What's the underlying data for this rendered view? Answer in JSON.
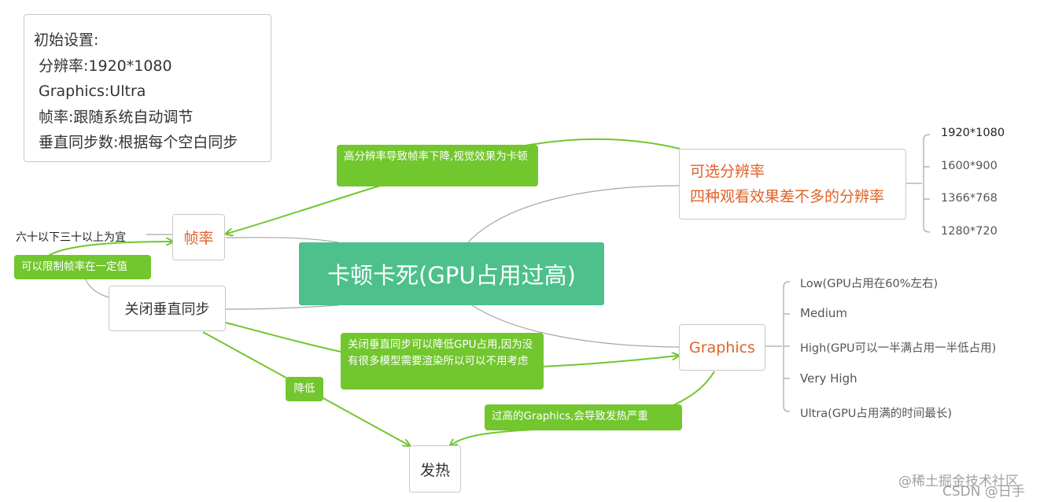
{
  "initial_settings": {
    "heading": "初始设置:",
    "resolution": "分辨率:1920*1080",
    "graphics": "Graphics:Ultra",
    "framerate": "帧率:跟随系统自动调节",
    "vsync": "垂直同步数:根据每个空白同步"
  },
  "center_topic": "卡顿卡死(GPU占用过高)",
  "nodes": {
    "framerate": "帧率",
    "resolution_line1": "可选分辨率",
    "resolution_line2": "四种观看效果差不多的分辨率",
    "vsync_off": "关闭垂直同步",
    "graphics": "Graphics",
    "heat": "发热"
  },
  "framerate_note": "六十以下三十以上为宜",
  "resolution_options": [
    "1920*1080",
    "1600*900",
    "1366*768",
    "1280*720"
  ],
  "graphics_options": [
    "Low(GPU占用在60%左右)",
    "Medium",
    "High(GPU可以一半满占用一半低占用)",
    "Very High",
    "Ultra(GPU占用满的时间最长)"
  ],
  "labels": {
    "high_res": "高分辨率导致帧率下降,视觉效果为卡顿",
    "limit_fps": "可以限制帧率在一定值",
    "vsync_gpu": "关闭垂直同步可以降低GPU占用,因为没有很多模型需要渲染所以可以不用考虑",
    "reduce": "降低",
    "graphics_heat": "过高的Graphics,会导致发热严重"
  },
  "watermark": {
    "line1": "@稀土掘金技术社区",
    "line2": "CSDN @日手"
  },
  "colors": {
    "center": "#4dc08c",
    "tag": "#72c62e",
    "node_text": "#e0622a",
    "connector": "#a6a6a6",
    "arrow": "#72c62e"
  }
}
